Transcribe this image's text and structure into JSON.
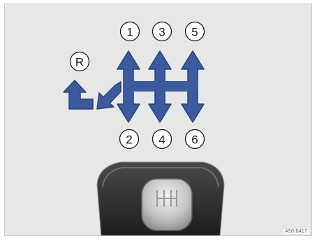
{
  "diagram": {
    "reverse_label": "R",
    "forward_gears_top": [
      "1",
      "3",
      "5"
    ],
    "forward_gears_bottom": [
      "2",
      "4",
      "6"
    ],
    "reference_code": "A50-0417",
    "colors": {
      "background": "#e7e7e7",
      "arrow_fill": "#3c5a9e",
      "arrow_stroke": "#27407a",
      "circle_fill": "#ffffff",
      "knob_dark": "#2b2b2b",
      "knob_light": "#cfcfcf"
    }
  }
}
